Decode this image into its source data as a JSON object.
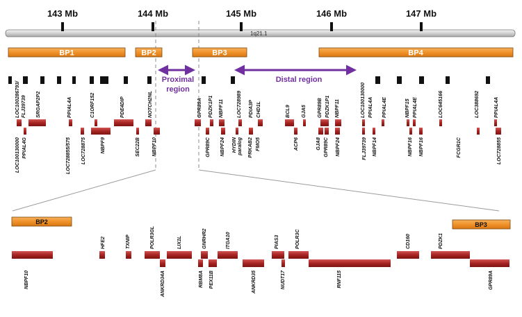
{
  "colors": {
    "bp_fill": "#f0922a",
    "bp_stroke": "#7a4a10",
    "gene_fill": "#a72422",
    "gene_light": "#e07a78",
    "black_block": "#111111",
    "region_arrow": "#7030a0",
    "chrom_fill": "#d9d9d9"
  },
  "scale_labels": [
    "143 Mb",
    "144 Mb",
    "145 Mb",
    "146 Mb",
    "147 Mb"
  ],
  "chromosome_band": "1q21.1",
  "breakpoints_top": [
    "BP1",
    "BP2",
    "BP3",
    "BP4"
  ],
  "regions": {
    "proximal_line1": "Proximal",
    "proximal_line2": "region",
    "distal": "Distal region"
  },
  "top_genes_above": [
    "LOC100286793/",
    "FLJ39739",
    "SRGAP2P2",
    "PPIAL4A",
    "C1ORF152",
    "PDE4DIP",
    "NOTCH2NL",
    "GPR89A",
    "PDZK1P1",
    "NBPF11",
    "LOC728989",
    "PDIA3P",
    "CHD1L",
    "BCL9",
    "GJA5",
    "GPR89B",
    "PDZK1P1",
    "NBPF11",
    "LOC100130000",
    "PPIAL4A",
    "PPIAL4E",
    "NBPF15",
    "PPIAL4E",
    "LOC645166",
    "LOC388692",
    "PPIAL4A"
  ],
  "top_genes_below": [
    "LOC100130000",
    "PPIAL4G",
    "LOC728855/575",
    "LOC728875",
    "NBPF9",
    "SEC22B",
    "NBPF10",
    "GPR89C",
    "NBPF24",
    "HYDIN",
    "paralog",
    "PRKAB2",
    "FMO5",
    "ACP6",
    "GJA8",
    "GPR89C",
    "NBPF24",
    "FLJ39739",
    "NBPF14",
    "NBPF16",
    "NBPF16",
    "FCGR1C",
    "LOC728855"
  ],
  "breakpoints_zoom": [
    "BP2",
    "BP3"
  ],
  "zoom_genes_above": [
    "HFE2",
    "TXNIP",
    "POLR3GL",
    "LIX1L",
    "GNRHR2",
    "ITGA10",
    "PIAS3",
    "POLR3C",
    "CD160",
    "PDZK1"
  ],
  "zoom_genes_below": [
    "NBPF10",
    "ANKRD34A",
    "RBM8A",
    "PEX11B",
    "ANKRD35",
    "NUDT17",
    "RNF115",
    "GPR89A"
  ]
}
